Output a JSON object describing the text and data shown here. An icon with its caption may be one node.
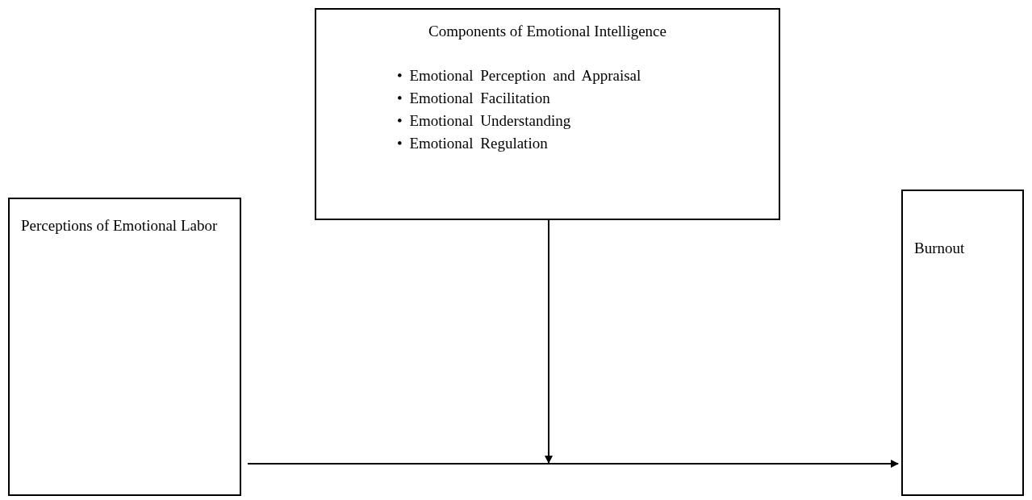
{
  "diagram": {
    "nodes": [
      {
        "text": [
          "Components of Emotional Intelligence",
          "• Emotional Perception and Appraisal",
          "• Emotional Facilitation",
          "• Emotional Understanding",
          "• Emotional Regulation"
        ]
      },
      {
        "text": [
          "Perceptions of Emotional Labor"
        ]
      },
      {
        "text": [
          "Burnout"
        ]
      }
    ],
    "edges": [
      {
        "from": 1,
        "to": 2,
        "arrow": "to"
      },
      {
        "from": 0,
        "to": null,
        "arrow": "to"
      }
    ]
  }
}
